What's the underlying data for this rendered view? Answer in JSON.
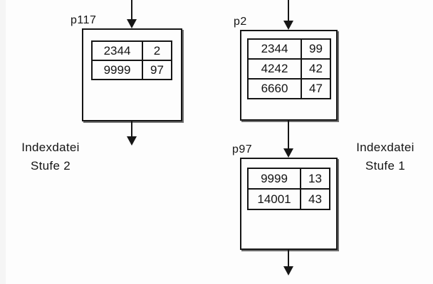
{
  "diagram": {
    "nodes": [
      {
        "label": "p117",
        "rows": [
          [
            "2344",
            "2"
          ],
          [
            "9999",
            "97"
          ]
        ]
      },
      {
        "label": "p2",
        "rows": [
          [
            "2344",
            "99"
          ],
          [
            "4242",
            "42"
          ],
          [
            "6660",
            "47"
          ]
        ]
      },
      {
        "label": "p97",
        "rows": [
          [
            "9999",
            "13"
          ],
          [
            "14001",
            "43"
          ]
        ]
      }
    ],
    "captions": [
      {
        "line1": "Indexdatei",
        "line2": "Stufe 2"
      },
      {
        "line1": "Indexdatei",
        "line2": "Stufe 1"
      }
    ],
    "colors": {
      "line": "#161616",
      "box_shadow": "#6e6e6e",
      "background": "#fdfdfd"
    }
  }
}
